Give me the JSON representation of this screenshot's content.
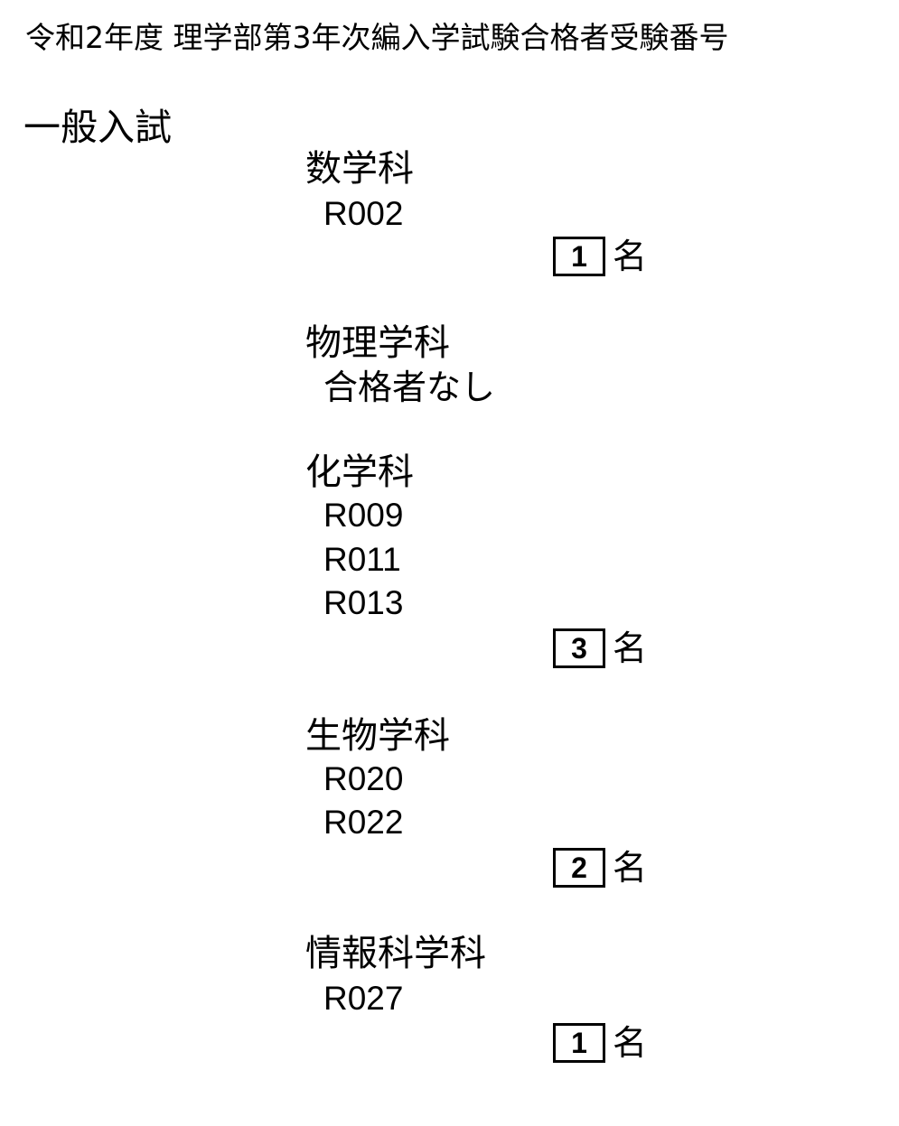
{
  "document": {
    "title": "令和2年度 理学部第3年次編入学試験合格者受験番号",
    "section": "一般入試"
  },
  "departments": [
    {
      "name": "数学科",
      "entries": [
        "R002"
      ],
      "count": "1",
      "unit": "名"
    },
    {
      "name": "物理学科",
      "entries": [
        "合格者なし"
      ]
    },
    {
      "name": "化学科",
      "entries": [
        "R009",
        "R011",
        "R013"
      ],
      "count": "3",
      "unit": "名"
    },
    {
      "name": "生物学科",
      "entries": [
        "R020",
        "R022"
      ],
      "count": "2",
      "unit": "名"
    },
    {
      "name": "情報科学科",
      "entries": [
        "R027"
      ],
      "count": "1",
      "unit": "名"
    }
  ]
}
